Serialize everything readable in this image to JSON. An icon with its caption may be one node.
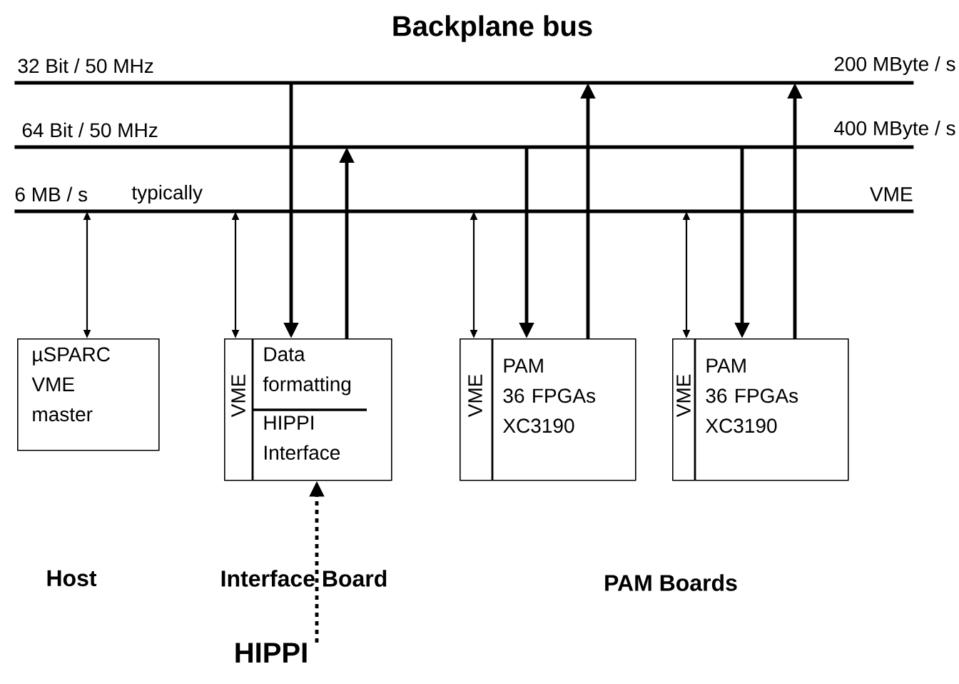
{
  "diagram": {
    "title": "Backplane bus",
    "nodes": [
      {
        "text": [
          "32 Bit / 50 MHz",
          "200 MByte / s"
        ]
      },
      {
        "text": [
          "64 Bit / 50 MHz",
          "400 MByte / s"
        ]
      },
      {
        "text": [
          "6 MB / s",
          "typically",
          "VME"
        ]
      },
      {
        "text": [
          "µSPARC VME master"
        ]
      },
      {
        "text": [
          "VME",
          "Data formatting",
          "HIPPI Interface"
        ],
        "beside": [
          "Interface Board"
        ]
      },
      {
        "text": [
          "VME",
          "PAM",
          "36 FPGAs XC3190"
        ]
      },
      {
        "text": [
          "VME",
          "PAM",
          "36 FPGAs XC3190"
        ]
      },
      {
        "text": [
          "HIPPI"
        ]
      }
    ],
    "edges": [
      {
        "from": 2,
        "to": 3,
        "arrow": "both"
      },
      {
        "from": 2,
        "to": 4,
        "arrow": "both"
      },
      {
        "from": 0,
        "to": 4,
        "arrow": "to"
      },
      {
        "from": 4,
        "to": 1,
        "arrow": "to"
      },
      {
        "from": 2,
        "to": 5,
        "arrow": "both"
      },
      {
        "from": 1,
        "to": 5,
        "arrow": "to"
      },
      {
        "from": 5,
        "to": 0,
        "arrow": "to"
      },
      {
        "from": 2,
        "to": 6,
        "arrow": "both"
      },
      {
        "from": 1,
        "to": 6,
        "arrow": "to"
      },
      {
        "from": 6,
        "to": 0,
        "arrow": "to"
      },
      {
        "from": 7,
        "to": 4,
        "arrow": "to",
        "style": "dashed"
      }
    ],
    "labels": [
      "Host",
      "PAM Boards"
    ]
  }
}
